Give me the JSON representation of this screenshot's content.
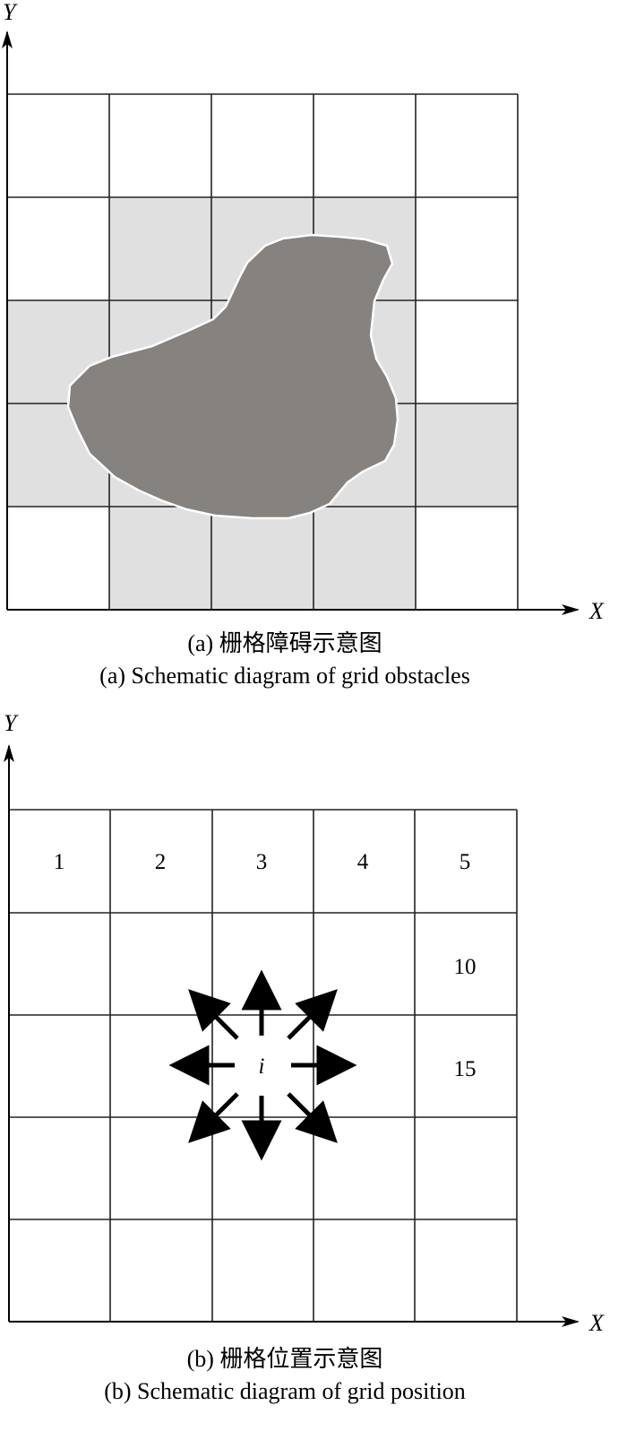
{
  "diagram_a": {
    "axis_x": "X",
    "axis_y": "Y",
    "caption_cn": "(a) 栅格障碍示意图",
    "caption_en": "(a) Schematic diagram of grid obstacles",
    "colors": {
      "grid_line": "#222222",
      "partial_cell": "#e0e0e0",
      "obstacle": "#858280",
      "obstacle_outline": "#ffffff"
    }
  },
  "diagram_b": {
    "axis_x": "X",
    "axis_y": "Y",
    "cell_numbers": [
      "1",
      "2",
      "3",
      "4",
      "5",
      "10",
      "15"
    ],
    "center_label": "i",
    "caption_cn": "(b) 栅格位置示意图",
    "caption_en": "(b) Schematic diagram of grid position",
    "colors": {
      "grid_line": "#222222",
      "arrow": "#000000"
    }
  }
}
